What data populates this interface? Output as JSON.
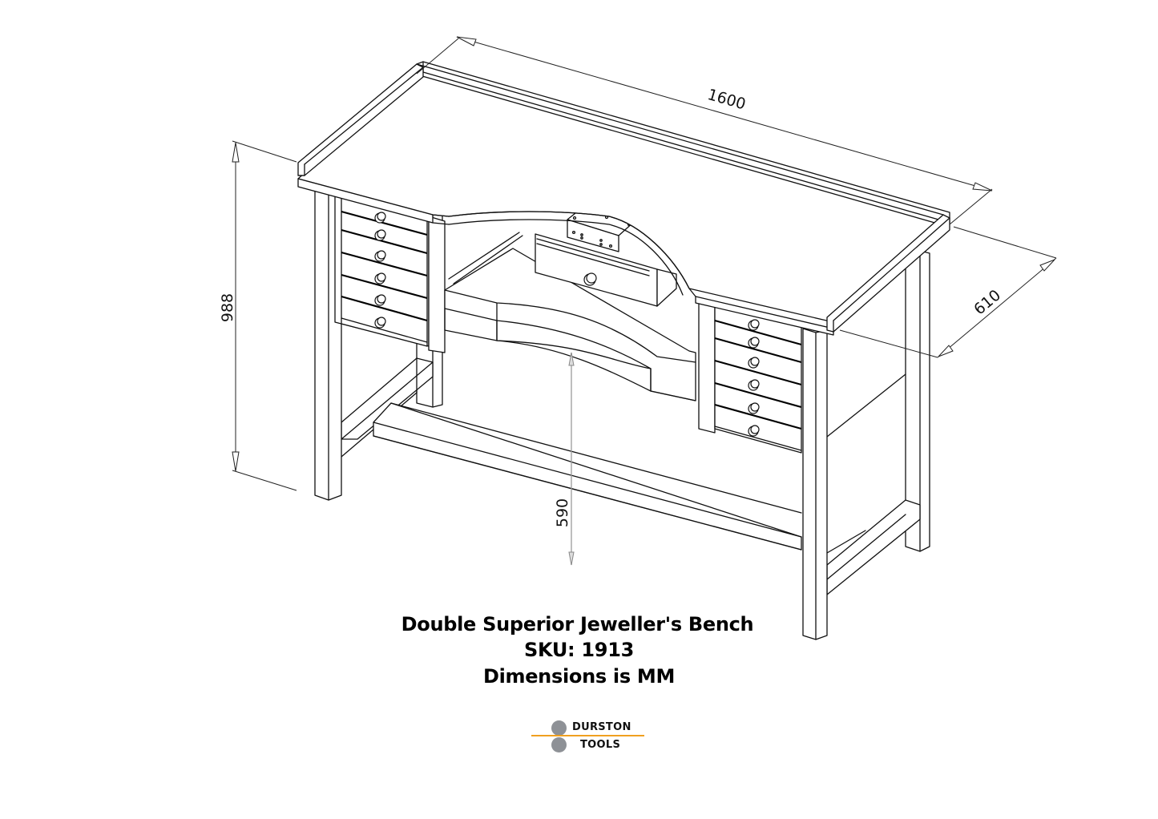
{
  "product": {
    "title": "Double Superior Jeweller's Bench",
    "sku_line": "SKU: 1913",
    "units_line": "Dimensions is MM"
  },
  "dimensions": {
    "width": "1600",
    "depth": "610",
    "height": "988",
    "under_clearance": "590"
  },
  "drawer_units": {
    "left_drawers": 6,
    "right_drawers": 6,
    "center_drawer": 1
  },
  "logo": {
    "line1": "DURSTON",
    "line2": "TOOLS",
    "accent_color": "#f0a020",
    "circle_color": "#8e9196"
  },
  "colors": {
    "line": "#111111",
    "background": "#ffffff",
    "dimension_gray": "#9a9a9a"
  }
}
